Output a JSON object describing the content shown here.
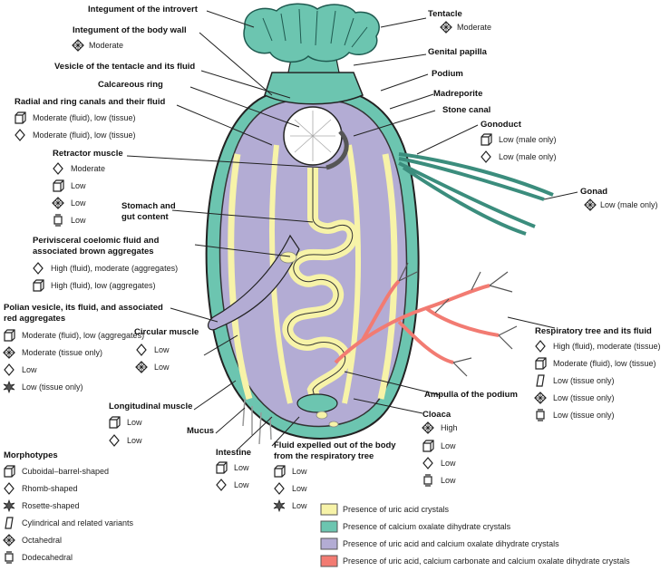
{
  "labels": {
    "integument_introvert": "Integument of the introvert",
    "integument_body_wall": "Integument of the body wall",
    "body_wall_octa": "Moderate",
    "vesicle": "Vesicle of the tentacle and its fluid",
    "calcareous": "Calcareous ring",
    "radial_canals": "Radial and ring canals and their fluid",
    "radial_cube": "Moderate (fluid), low (tissue)",
    "radial_rhomb": "Moderate (fluid), low (tissue)",
    "retractor": "Retractor muscle",
    "retractor_rhomb": "Moderate",
    "retractor_cube": "Low",
    "retractor_octa": "Low",
    "retractor_dodeca": "Low",
    "stomach1": "Stomach and",
    "stomach2": "gut content",
    "perivisceral1": "Perivisceral coelomic fluid and",
    "perivisceral2": "associated brown aggregates",
    "perivisceral_rhomb": "High (fluid), moderate (aggregates)",
    "perivisceral_cube": "High (fluid), low (aggregates)",
    "polian1": "Polian vesicle, its fluid, and associated",
    "polian2": "red aggregates",
    "polian_cube": "Moderate (fluid), low (aggregates)",
    "polian_octa": "Moderate (tissue only)",
    "polian_rhomb": "Low",
    "polian_rosette": "Low (tissue only)",
    "circular": "Circular muscle",
    "circular_rhomb": "Low",
    "circular_octa": "Low",
    "longitudinal": "Longitudinal muscle",
    "longitudinal_cube": "Low",
    "longitudinal_rhomb": "Low",
    "mucus": "Mucus",
    "intestine": "Intestine",
    "intestine_cube": "Low",
    "intestine_rhomb": "Low",
    "fluid1": "Fluid expelled out of the body",
    "fluid2": "from the respiratory tree",
    "fluid_cube": "Low",
    "fluid_rhomb": "Low",
    "fluid_rosette": "Low",
    "tentacle": "Tentacle",
    "tentacle_octa": "Moderate",
    "genital": "Genital papilla",
    "podium": "Podium",
    "madreporite": "Madreporite",
    "stone": "Stone canal",
    "gonoduct": "Gonoduct",
    "gonoduct_cube": "Low (male only)",
    "gonoduct_rhomb": "Low (male only)",
    "gonad": "Gonad",
    "gonad_octa": "Low (male only)",
    "resp": "Respiratory tree and its fluid",
    "resp_rhomb": "High (fluid), moderate (tissue)",
    "resp_cube": "Moderate (fluid), low (tissue)",
    "resp_cyl": "Low (tissue only)",
    "resp_octa": "Low (tissue only)",
    "resp_dodeca": "Low (tissue only)",
    "ampulla": "Ampulla of the podium",
    "cloaca": "Cloaca",
    "cloaca_octa": "High",
    "cloaca_cube": "Low",
    "cloaca_rhomb": "Low",
    "cloaca_dodeca": "Low"
  },
  "morphotypes": {
    "title": "Morphotypes",
    "items": [
      {
        "icon": "cube",
        "label": "Cuboidal–barrel-shaped"
      },
      {
        "icon": "rhomb",
        "label": "Rhomb-shaped"
      },
      {
        "icon": "rosette",
        "label": "Rosette-shaped"
      },
      {
        "icon": "cylinder",
        "label": "Cylindrical and related variants"
      },
      {
        "icon": "octa",
        "label": "Octahedral"
      },
      {
        "icon": "dodeca",
        "label": "Dodecahedral"
      }
    ]
  },
  "legend": [
    {
      "color": "#f7f3a8",
      "label": "Presence of uric acid crystals"
    },
    {
      "color": "#6cc5b0",
      "label": "Presence of calcium oxalate dihydrate crystals"
    },
    {
      "color": "#b3acd4",
      "label": "Presence of uric acid and calcium oxalate dihydrate crystals"
    },
    {
      "color": "#f27b72",
      "label": "Presence of uric acid, calcium carbonate and calcium oxalate dihydrate crystals"
    }
  ]
}
